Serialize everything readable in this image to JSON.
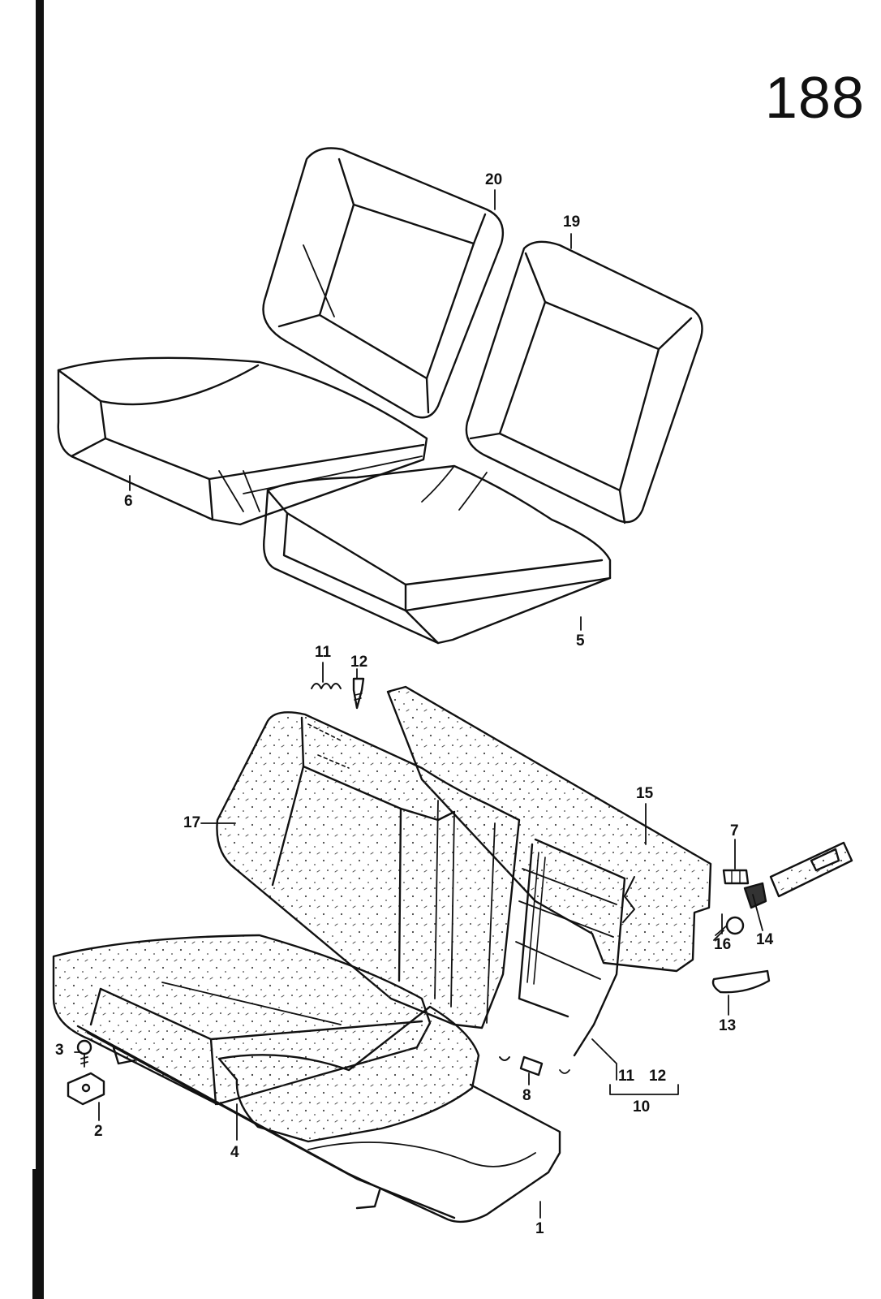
{
  "page": {
    "number": "188"
  },
  "callouts": [
    {
      "id": "c20",
      "label": "20"
    },
    {
      "id": "c19",
      "label": "19"
    },
    {
      "id": "c6",
      "label": "6"
    },
    {
      "id": "c5",
      "label": "5"
    },
    {
      "id": "c11a",
      "label": "11"
    },
    {
      "id": "c12a",
      "label": "12"
    },
    {
      "id": "c17",
      "label": "17"
    },
    {
      "id": "c15",
      "label": "15"
    },
    {
      "id": "c7",
      "label": "7"
    },
    {
      "id": "c14",
      "label": "14"
    },
    {
      "id": "c16",
      "label": "16"
    },
    {
      "id": "c13",
      "label": "13"
    },
    {
      "id": "c11b",
      "label": "11"
    },
    {
      "id": "c12b",
      "label": "12"
    },
    {
      "id": "c10",
      "label": "10"
    },
    {
      "id": "c8",
      "label": "8"
    },
    {
      "id": "c3",
      "label": "3"
    },
    {
      "id": "c2",
      "label": "2"
    },
    {
      "id": "c4",
      "label": "4"
    },
    {
      "id": "c1",
      "label": "1"
    }
  ],
  "colors": {
    "ink": "#111111",
    "paper": "#ffffff",
    "stipple": "#444444"
  }
}
